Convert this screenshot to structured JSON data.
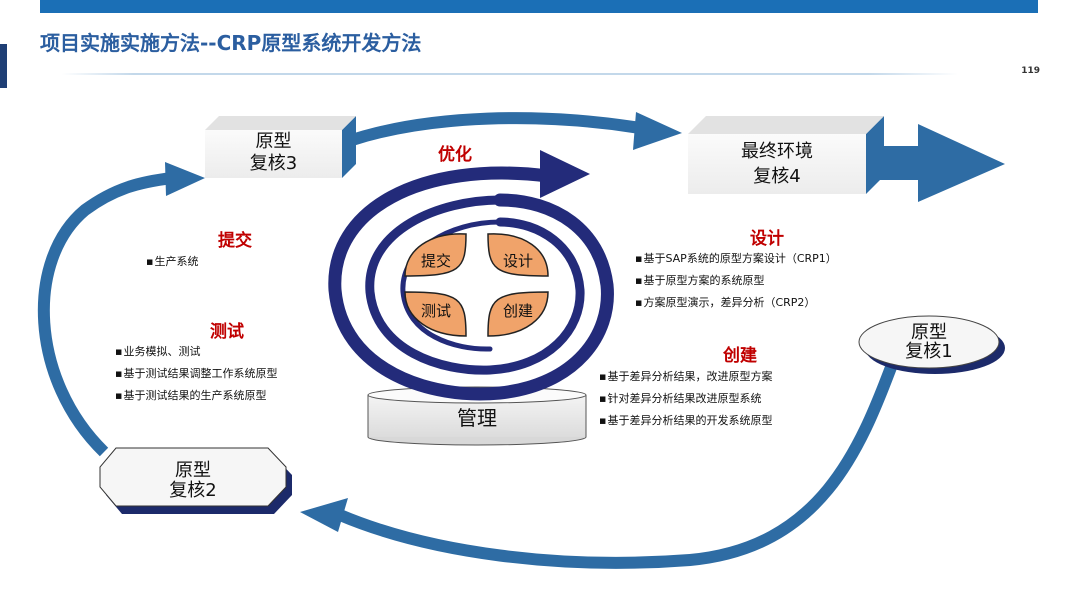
{
  "header": {
    "title": "项目实施实施方法--CRP原型系统开发方法",
    "page_number": "119"
  },
  "boxes": {
    "review3": [
      "原型",
      "复核3"
    ],
    "final_env": [
      "最终环境",
      "复核4"
    ],
    "review1": [
      "原型",
      "复核1"
    ],
    "review2": [
      "原型",
      "复核2"
    ],
    "manage": "管理"
  },
  "cycle": {
    "optimize": "优化",
    "petals": [
      "提交",
      "设计",
      "测试",
      "创建"
    ]
  },
  "sections": {
    "submit": {
      "title": "提交",
      "items": [
        "生产系统"
      ]
    },
    "test": {
      "title": "测试",
      "items": [
        "业务模拟、测试",
        "基于测试结果调整工作系统原型",
        "基于测试结果的生产系统原型"
      ]
    },
    "design": {
      "title": "设计",
      "items": [
        "基于SAP系统的原型方案设计（CRP1）",
        "基于原型方案的系统原型",
        "方案原型演示，差异分析（CRP2）"
      ]
    },
    "create": {
      "title": "创建",
      "items": [
        "基于差异分析结果，改进原型方案",
        "针对差异分析结果改进原型系统",
        "基于差异分析结果的开发系统原型"
      ]
    }
  },
  "colors": {
    "arrow_blue": "#2e6ca4",
    "spiral_navy": "#232b7a",
    "petal_orange": "#f0a36a",
    "accent_red": "#c00000"
  }
}
